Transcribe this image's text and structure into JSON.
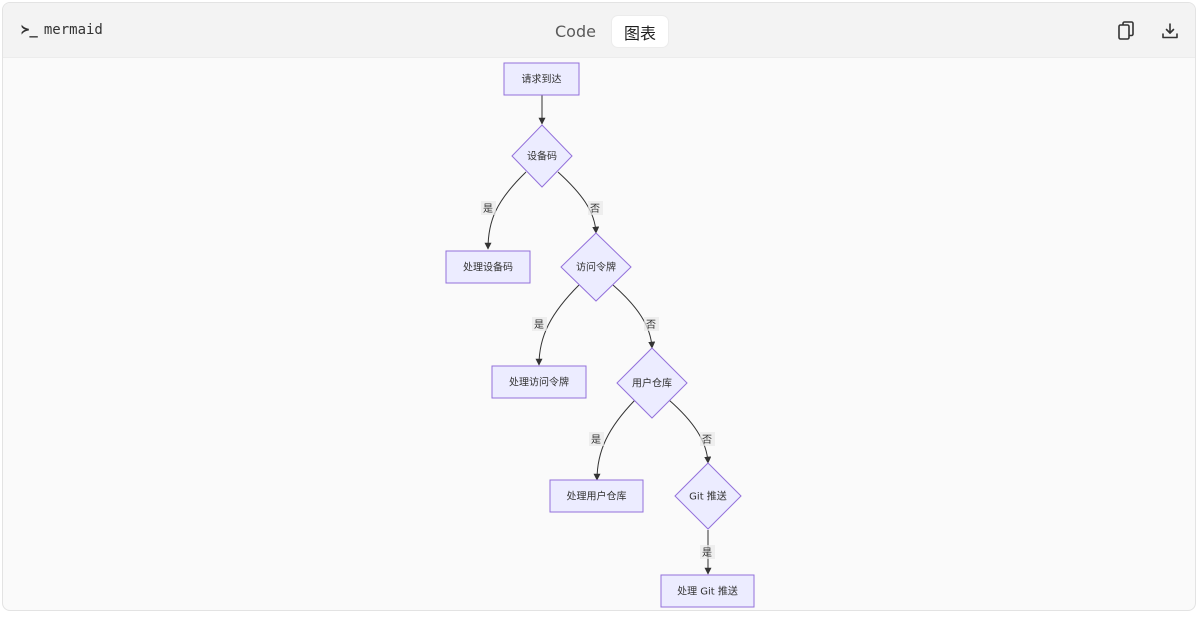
{
  "header": {
    "prompt_symbol": "≻_",
    "language": "mermaid",
    "tabs": [
      {
        "label": "Code",
        "active": false
      },
      {
        "label": "图表",
        "active": true
      }
    ],
    "copy_icon": "copy-icon",
    "download_icon": "download-icon"
  },
  "diagram": {
    "node_fill": "#ececff",
    "node_stroke": "#9370db",
    "edge_color": "#333333",
    "nodes": {
      "request": "请求到达",
      "device_code": "设备码",
      "handle_device_code": "处理设备码",
      "access_token": "访问令牌",
      "handle_access_token": "处理访问令牌",
      "user_repo": "用户仓库",
      "handle_user_repo": "处理用户仓库",
      "git_push": "Git 推送",
      "handle_git_push": "处理 Git 推送"
    },
    "edges": {
      "yes": "是",
      "no": "否"
    }
  }
}
